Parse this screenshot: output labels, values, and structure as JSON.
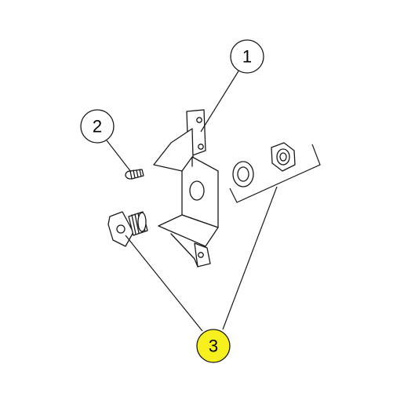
{
  "callouts": [
    {
      "id": "1",
      "label": "1",
      "highlighted": false
    },
    {
      "id": "2",
      "label": "2",
      "highlighted": false
    },
    {
      "id": "3",
      "label": "3",
      "highlighted": true
    }
  ],
  "colors": {
    "background": "#ffffff",
    "line": "#1a1a1a",
    "callout_fill": "#ffffff",
    "highlight_fill": "#f5f01e"
  }
}
